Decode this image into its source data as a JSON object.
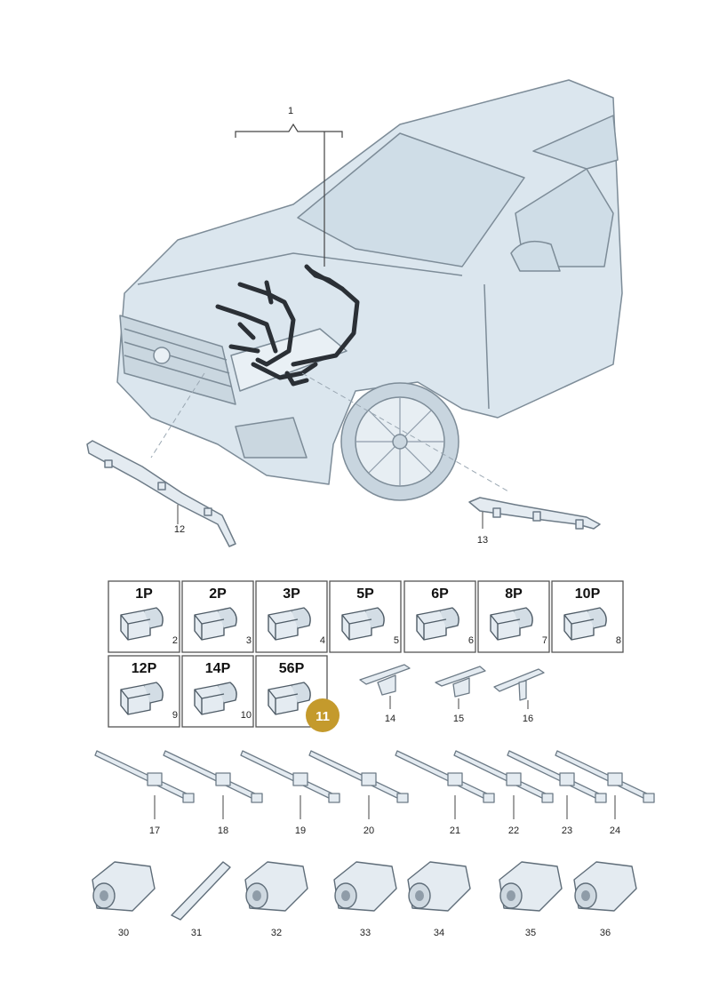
{
  "callouts": {
    "harness": "1",
    "left_bracket": "12",
    "right_bracket": "13"
  },
  "connectors": [
    {
      "label": "1P",
      "number": "2"
    },
    {
      "label": "2P",
      "number": "3"
    },
    {
      "label": "3P",
      "number": "4"
    },
    {
      "label": "5P",
      "number": "5"
    },
    {
      "label": "6P",
      "number": "6"
    },
    {
      "label": "8P",
      "number": "7"
    },
    {
      "label": "10P",
      "number": "8"
    },
    {
      "label": "12P",
      "number": "9"
    },
    {
      "label": "14P",
      "number": "10"
    },
    {
      "label": "56P",
      "number": ""
    }
  ],
  "badge": "11",
  "clips": [
    "14",
    "15",
    "16"
  ],
  "ties": [
    "17",
    "18",
    "19",
    "20",
    "21",
    "22",
    "23",
    "24"
  ],
  "housings": [
    "30",
    "31",
    "32",
    "33",
    "34",
    "35",
    "36"
  ],
  "colors": {
    "car_fill": "#dbe6ee",
    "car_stroke": "#7d8c98",
    "harness": "#2b3036",
    "badge": "#c49a2c",
    "part_fill": "#e4ebf1"
  }
}
